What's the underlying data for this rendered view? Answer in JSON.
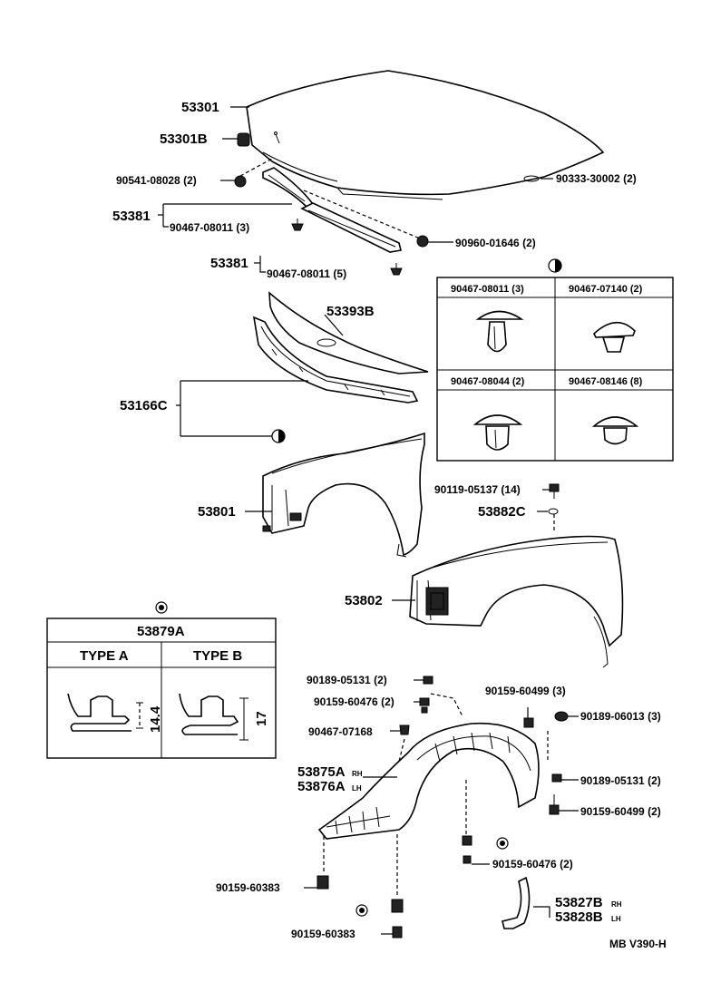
{
  "labels": {
    "hood": "53301",
    "hood_bumper": "53301B",
    "nut_90541": "90541-08028 (2)",
    "grommet_90333": "90333-30002 (2)",
    "seal_a": "53381",
    "clip_a": "90467-08011 (3)",
    "clip_b_part": "90960-01646 (2)",
    "seal_b": "53381",
    "clip_c": "90467-08011 (5)",
    "insulator": "53393B",
    "cowl": "53166C",
    "fender_lh": "53801",
    "bolt_90119": "90119-05137 (14)",
    "spacer_53882": "53882C",
    "fender_rh": "53802",
    "screw_90189_a": "90189-05131 (2)",
    "screw_90159_a": "90159-60476 (2)",
    "clip_90467_b": "90467-07168",
    "screw_90159_b": "90159-60499 (3)",
    "screw_90189_b": "90189-06013 (3)",
    "liner_a": "53875A",
    "liner_a_side": "RH",
    "liner_b": "53876A",
    "liner_b_side": "LH",
    "screw_90189_c": "90189-05131 (2)",
    "screw_90159_c": "90159-60499 (2)",
    "screw_90159_d": "90159-60476 (2)",
    "screw_90159_e": "90159-60383",
    "screw_90159_f": "90159-60383",
    "seal_c": "53827B",
    "seal_c_side": "RH",
    "seal_d": "53828B",
    "seal_d_side": "LH",
    "footer_code": "MB  V390-H"
  },
  "clip_table": {
    "cells": [
      "90467-08011 (3)",
      "90467-07140 (2)",
      "90467-08044 (2)",
      "90467-08146 (8)"
    ]
  },
  "bracket_box": {
    "title": "53879A",
    "type_a": "TYPE A",
    "type_b": "TYPE B",
    "dim_a": "14.4",
    "dim_b": "17"
  }
}
